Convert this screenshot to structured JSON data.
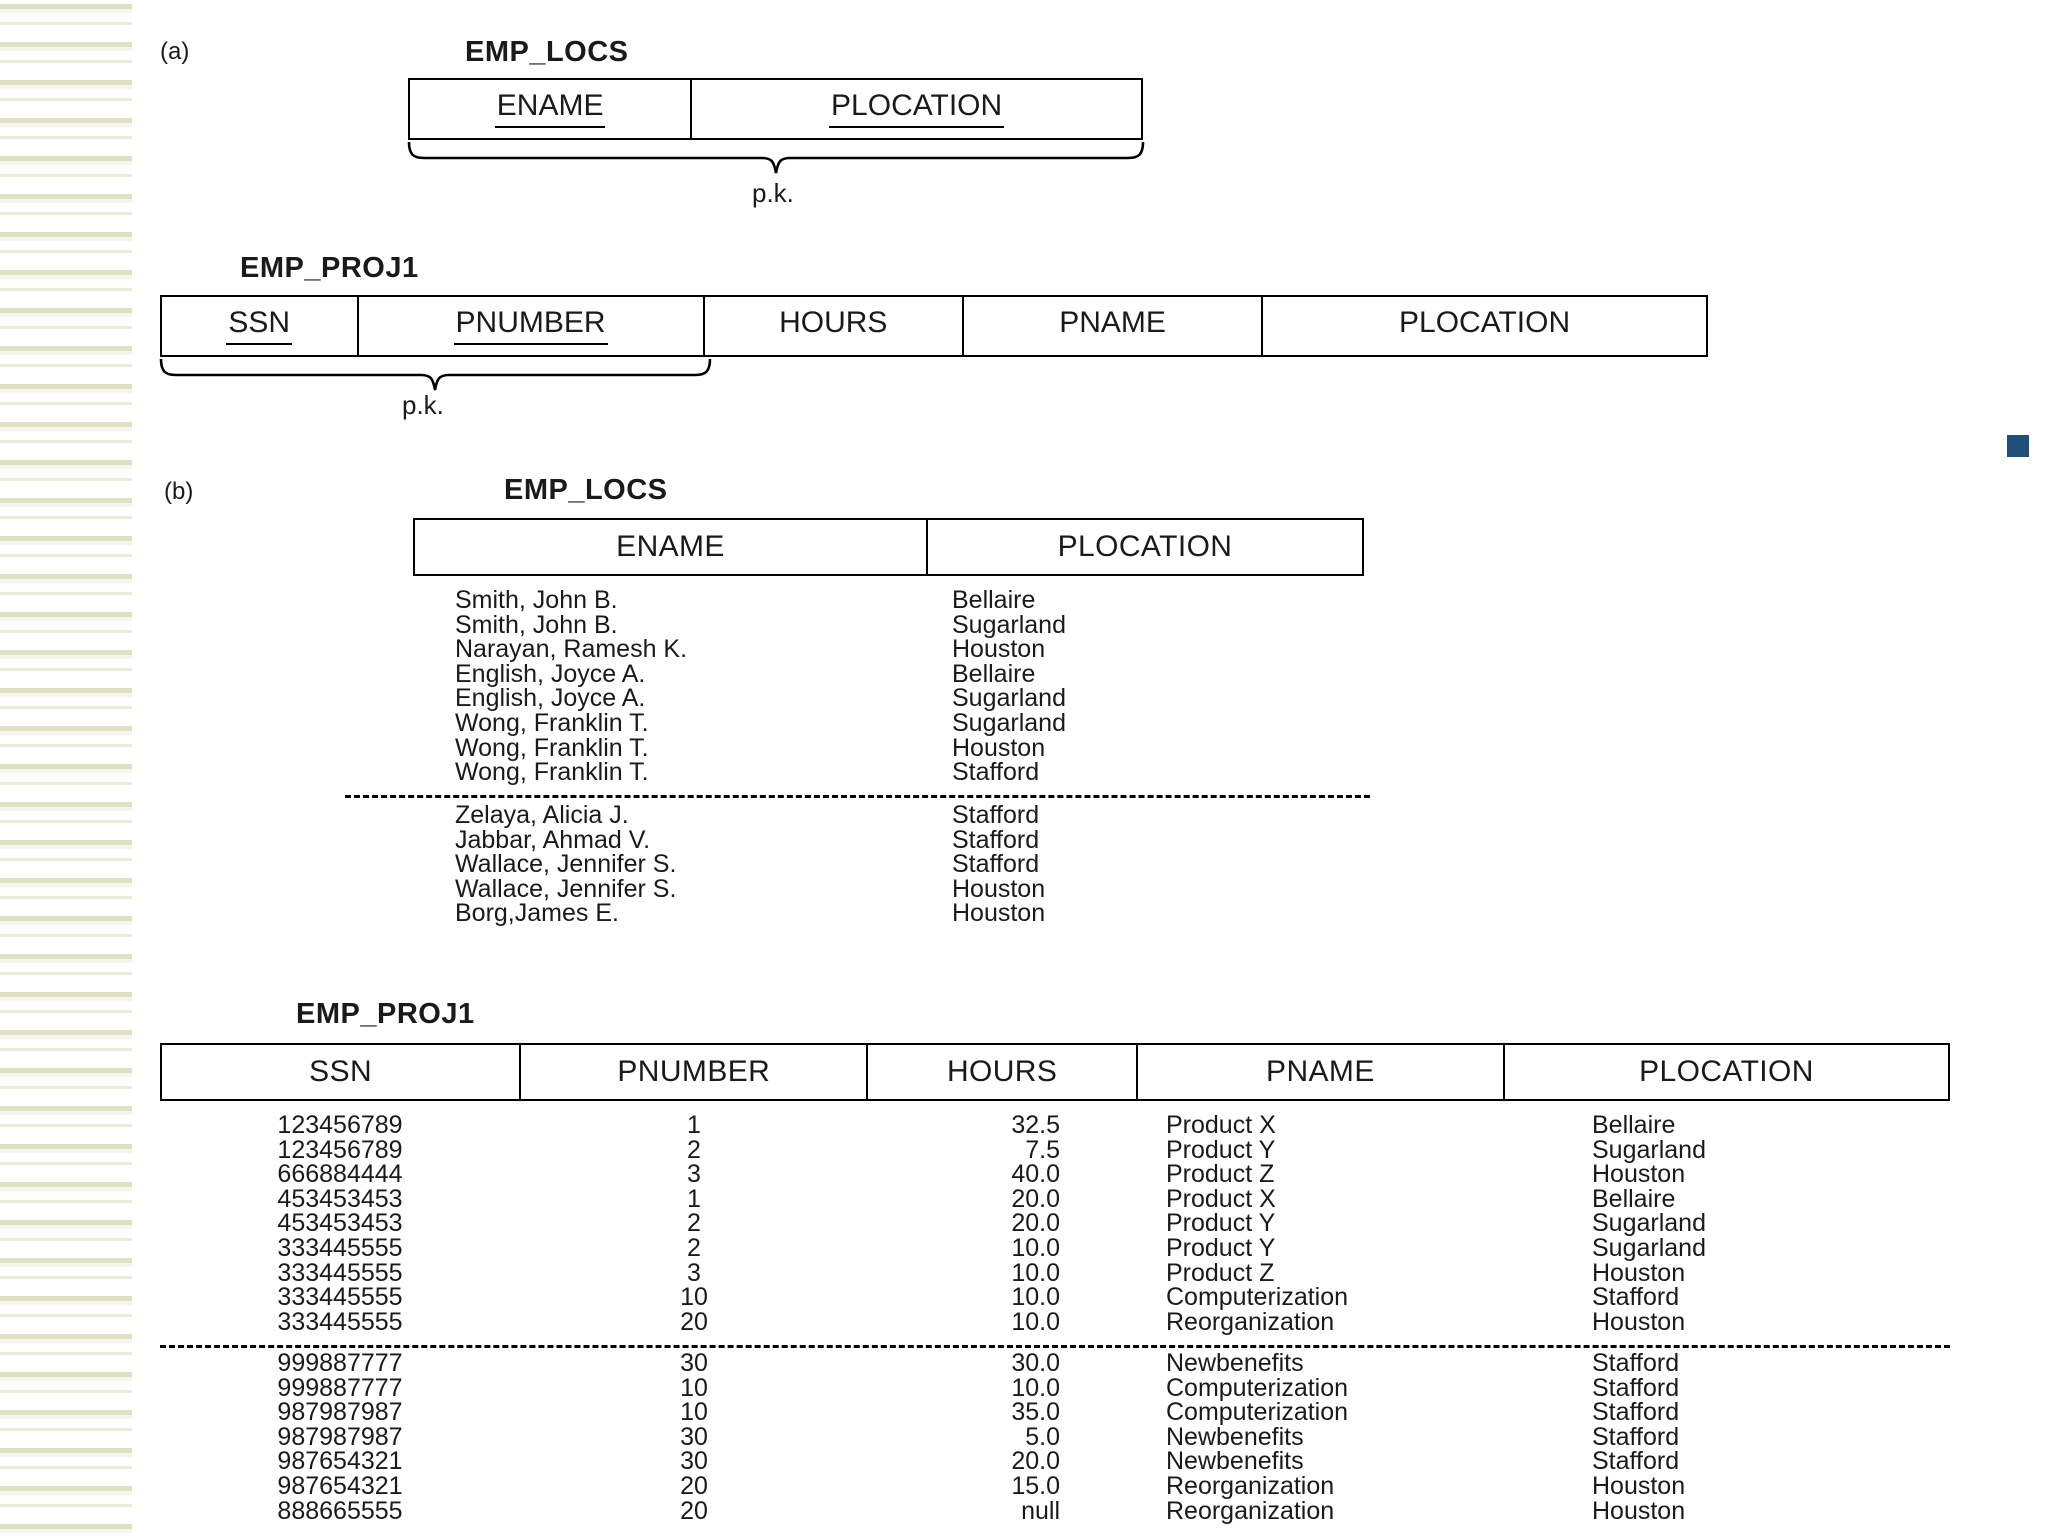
{
  "slide": {
    "blue_bullet_color": "#1f4e79",
    "band_color": "#d8dcb7"
  },
  "part_a": {
    "label": "(a)",
    "emp_locs": {
      "title": "EMP_LOCS",
      "columns": [
        {
          "name": "ENAME",
          "pk": true
        },
        {
          "name": "PLOCATION",
          "pk": true
        }
      ],
      "pk_label": "p.k."
    },
    "emp_proj1": {
      "title": "EMP_PROJ1",
      "columns": [
        {
          "name": "SSN",
          "pk": true
        },
        {
          "name": "PNUMBER",
          "pk": true
        },
        {
          "name": "HOURS",
          "pk": false
        },
        {
          "name": "PNAME",
          "pk": false
        },
        {
          "name": "PLOCATION",
          "pk": false
        }
      ],
      "pk_label": "p.k."
    }
  },
  "part_b": {
    "label": "(b)",
    "emp_locs": {
      "title": "EMP_LOCS",
      "headers": [
        "ENAME",
        "PLOCATION"
      ],
      "rows_top": [
        {
          "ename": "Smith, John B.",
          "plocation": "Bellaire"
        },
        {
          "ename": "Smith, John B.",
          "plocation": "Sugarland"
        },
        {
          "ename": "Narayan, Ramesh K.",
          "plocation": "Houston"
        },
        {
          "ename": "English, Joyce A.",
          "plocation": "Bellaire"
        },
        {
          "ename": "English, Joyce A.",
          "plocation": "Sugarland"
        },
        {
          "ename": "Wong, Franklin T.",
          "plocation": "Sugarland"
        },
        {
          "ename": "Wong, Franklin T.",
          "plocation": "Houston"
        },
        {
          "ename": "Wong, Franklin T.",
          "plocation": "Stafford"
        }
      ],
      "rows_bottom": [
        {
          "ename": "Zelaya, Alicia J.",
          "plocation": "Stafford"
        },
        {
          "ename": "Jabbar, Ahmad V.",
          "plocation": "Stafford"
        },
        {
          "ename": "Wallace, Jennifer S.",
          "plocation": "Stafford"
        },
        {
          "ename": "Wallace, Jennifer S.",
          "plocation": "Houston"
        },
        {
          "ename": "Borg,James E.",
          "plocation": "Houston"
        }
      ]
    },
    "emp_proj1": {
      "title": "EMP_PROJ1",
      "headers": [
        "SSN",
        "PNUMBER",
        "HOURS",
        "PNAME",
        "PLOCATION"
      ],
      "rows_top": [
        {
          "ssn": "123456789",
          "pnumber": "1",
          "hours": "32.5",
          "pname": "Product X",
          "plocation": "Bellaire"
        },
        {
          "ssn": "123456789",
          "pnumber": "2",
          "hours": "7.5",
          "pname": "Product Y",
          "plocation": "Sugarland"
        },
        {
          "ssn": "666884444",
          "pnumber": "3",
          "hours": "40.0",
          "pname": "Product Z",
          "plocation": "Houston"
        },
        {
          "ssn": "453453453",
          "pnumber": "1",
          "hours": "20.0",
          "pname": "Product X",
          "plocation": "Bellaire"
        },
        {
          "ssn": "453453453",
          "pnumber": "2",
          "hours": "20.0",
          "pname": "Product Y",
          "plocation": "Sugarland"
        },
        {
          "ssn": "333445555",
          "pnumber": "2",
          "hours": "10.0",
          "pname": "Product Y",
          "plocation": "Sugarland"
        },
        {
          "ssn": "333445555",
          "pnumber": "3",
          "hours": "10.0",
          "pname": "Product Z",
          "plocation": "Houston"
        },
        {
          "ssn": "333445555",
          "pnumber": "10",
          "hours": "10.0",
          "pname": "Computerization",
          "plocation": "Stafford"
        },
        {
          "ssn": "333445555",
          "pnumber": "20",
          "hours": "10.0",
          "pname": "Reorganization",
          "plocation": "Houston"
        }
      ],
      "rows_bottom": [
        {
          "ssn": "999887777",
          "pnumber": "30",
          "hours": "30.0",
          "pname": "Newbenefits",
          "plocation": "Stafford"
        },
        {
          "ssn": "999887777",
          "pnumber": "10",
          "hours": "10.0",
          "pname": "Computerization",
          "plocation": "Stafford"
        },
        {
          "ssn": "987987987",
          "pnumber": "10",
          "hours": "35.0",
          "pname": "Computerization",
          "plocation": "Stafford"
        },
        {
          "ssn": "987987987",
          "pnumber": "30",
          "hours": "5.0",
          "pname": "Newbenefits",
          "plocation": "Stafford"
        },
        {
          "ssn": "987654321",
          "pnumber": "30",
          "hours": "20.0",
          "pname": "Newbenefits",
          "plocation": "Stafford"
        },
        {
          "ssn": "987654321",
          "pnumber": "20",
          "hours": "15.0",
          "pname": "Reorganization",
          "plocation": "Houston"
        },
        {
          "ssn": "888665555",
          "pnumber": "20",
          "hours": "null",
          "pname": "Reorganization",
          "plocation": "Houston"
        }
      ]
    }
  }
}
